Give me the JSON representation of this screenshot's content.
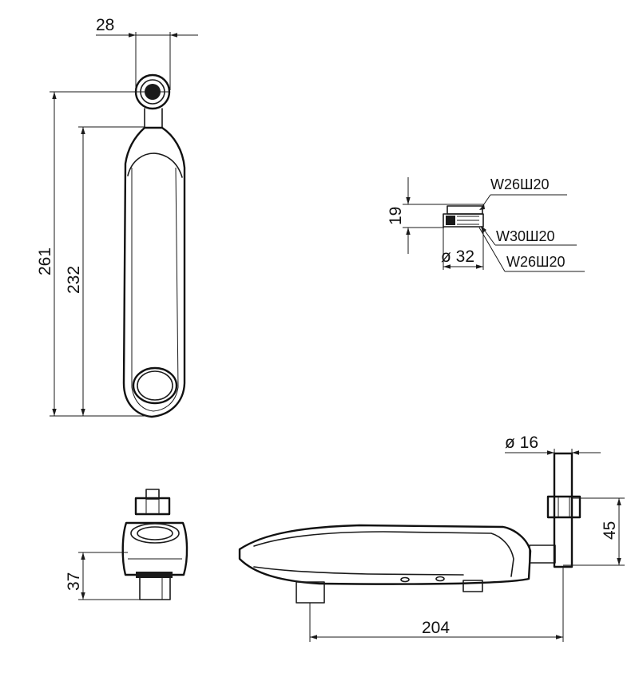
{
  "dimensions": {
    "top_view_width": "28",
    "top_view_overall_length": "261",
    "top_view_body_length": "232",
    "fitting_height": "19",
    "fitting_diameter": "ø 32",
    "side_view_height": "37",
    "front_view_pipe_diameter": "ø 16",
    "front_view_height": "45",
    "front_view_length": "204"
  },
  "threads": {
    "upper": "W26Ш20",
    "middle": "W30Ш20",
    "lower": "W26Ш20"
  }
}
